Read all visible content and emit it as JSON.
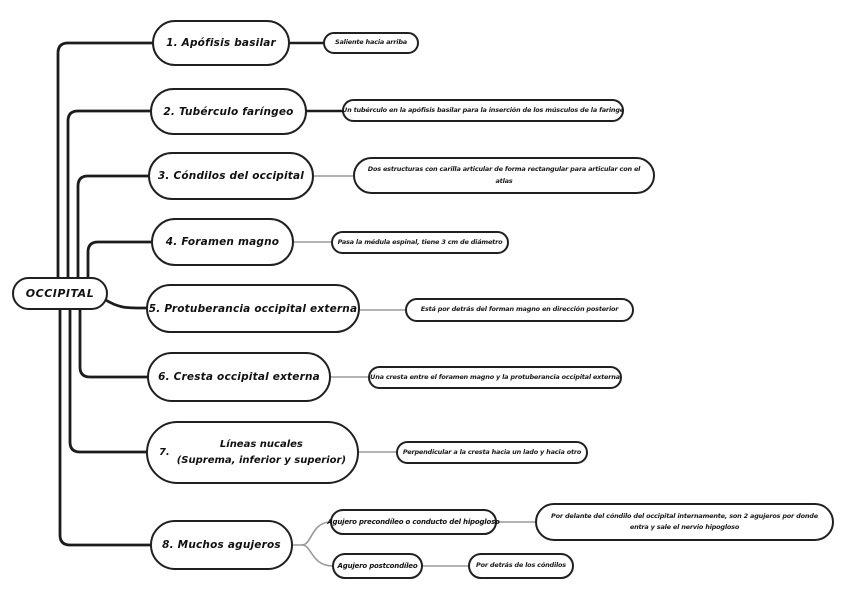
{
  "diagram": {
    "root": {
      "label": "OCCIPITAL"
    },
    "branches": [
      {
        "label": "1. Apófisis basilar",
        "detail": "Saliente hacia arriba"
      },
      {
        "label": "2. Tubérculo faríngeo",
        "detail": "Un tubérculo en la apófisis basilar para la inserción de los músculos de la faringe"
      },
      {
        "label": "3. Cóndilos del occipital",
        "detail": "Dos estructuras con carilla articular de forma rectangular para articular con el atlas"
      },
      {
        "label": "4. Foramen magno",
        "detail": "Pasa la médula espinal, tiene 3 cm de diámetro"
      },
      {
        "label": "5. Protuberancia occipital externa",
        "detail": "Está por detrás del forman magno en dirección posterior"
      },
      {
        "label": "6. Cresta occipital externa",
        "detail": "Una cresta entre el foramen magno y la protuberancia occipital externa"
      },
      {
        "number": "7.",
        "title": "Líneas nucales",
        "subtitle": "(Suprema, inferior y superior)",
        "detail": "Perpendicular a la cresta hacia un lado y hacia otro"
      },
      {
        "label": "8. Muchos agujeros",
        "children": [
          {
            "label": "Agujero precondíleo o conducto del hipogloso",
            "detail": "Por delante del cóndilo del occipital internamente, son 2 agujeros por donde entra y sale el nervio hipogloso"
          },
          {
            "label": "Agujero postcondíleo",
            "detail": "Por detrás de los cóndilos"
          }
        ]
      }
    ],
    "colors": {
      "background": "#ffffff",
      "node_border": "#202020",
      "tree_line": "#1c1c1c",
      "link_line": "#9a9a9a",
      "text": "#111111"
    }
  }
}
